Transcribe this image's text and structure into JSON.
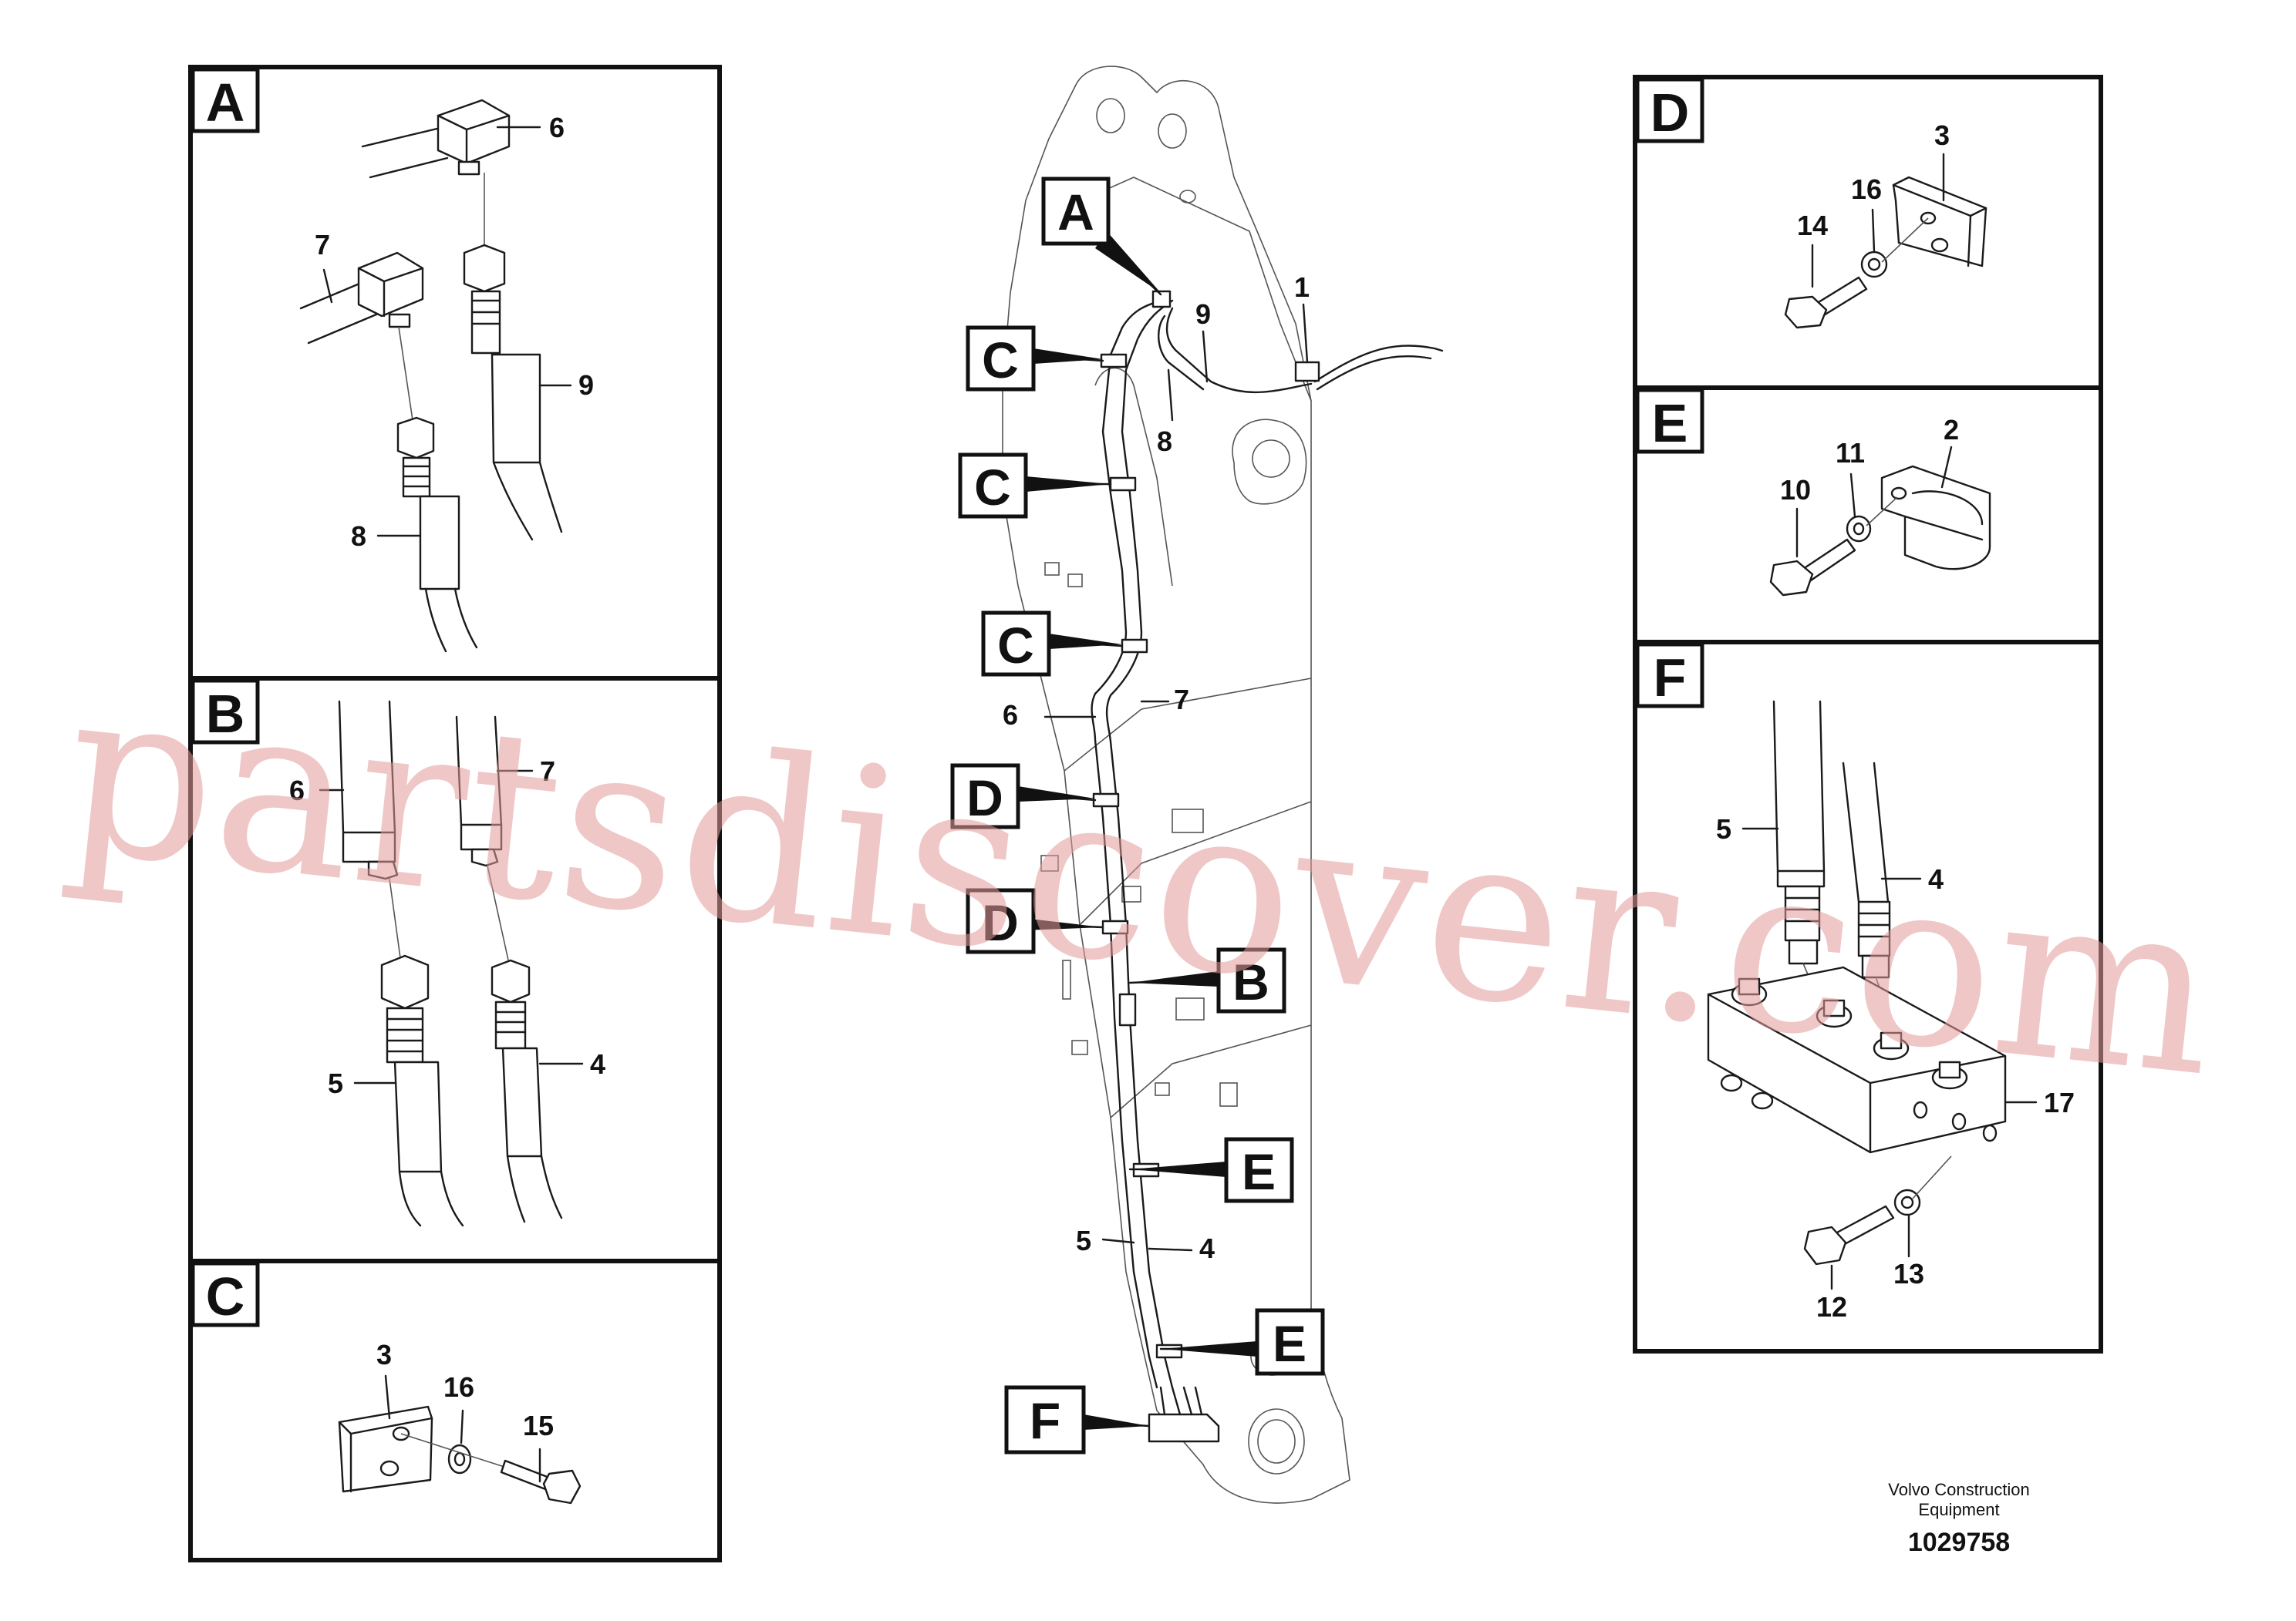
{
  "panels": {
    "A": {
      "tag": "A",
      "labels": {
        "p6": "6",
        "p7": "7",
        "p8": "8",
        "p9": "9"
      }
    },
    "B": {
      "tag": "B",
      "labels": {
        "p6": "6",
        "p7": "7",
        "p5": "5",
        "p4": "4"
      }
    },
    "C": {
      "tag": "C",
      "labels": {
        "p3": "3",
        "p16": "16",
        "p15": "15"
      }
    },
    "D": {
      "tag": "D",
      "labels": {
        "p3": "3",
        "p16": "16",
        "p14": "14"
      }
    },
    "E": {
      "tag": "E",
      "labels": {
        "p2": "2",
        "p11": "11",
        "p10": "10"
      }
    },
    "F": {
      "tag": "F",
      "labels": {
        "p5": "5",
        "p4": "4",
        "p17": "17",
        "p12": "12",
        "p13": "13"
      }
    }
  },
  "main": {
    "callouts": {
      "A": "A",
      "C1": "C",
      "C2": "C",
      "C3": "C",
      "D1": "D",
      "D2": "D",
      "B": "B",
      "E1": "E",
      "E2": "E",
      "F": "F"
    },
    "labels": {
      "p1": "1",
      "p9": "9",
      "p8": "8",
      "p6": "6",
      "p7": "7",
      "p5": "5",
      "p4": "4"
    }
  },
  "watermark": "partsdiscover.com",
  "footer": {
    "company_line1": "Volvo Construction",
    "company_line2": "Equipment",
    "drawing_number": "1029758"
  }
}
